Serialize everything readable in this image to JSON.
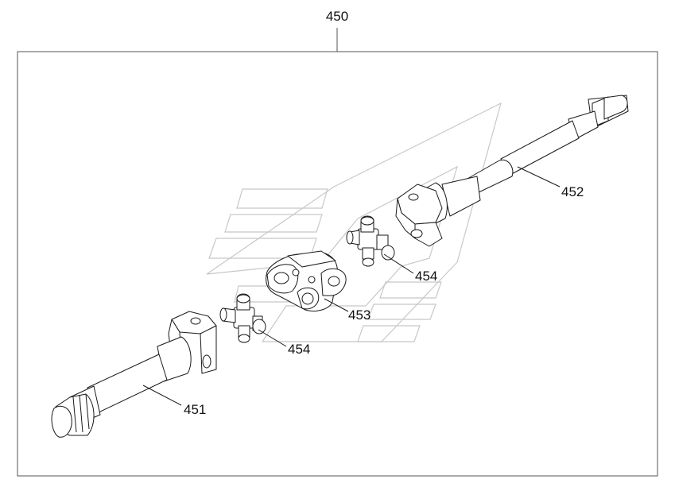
{
  "callouts": {
    "assembly": "450",
    "lower_shaft": "451",
    "upper_shaft": "452",
    "center_yoke": "453",
    "spider_upper": "454",
    "spider_lower": "454"
  }
}
